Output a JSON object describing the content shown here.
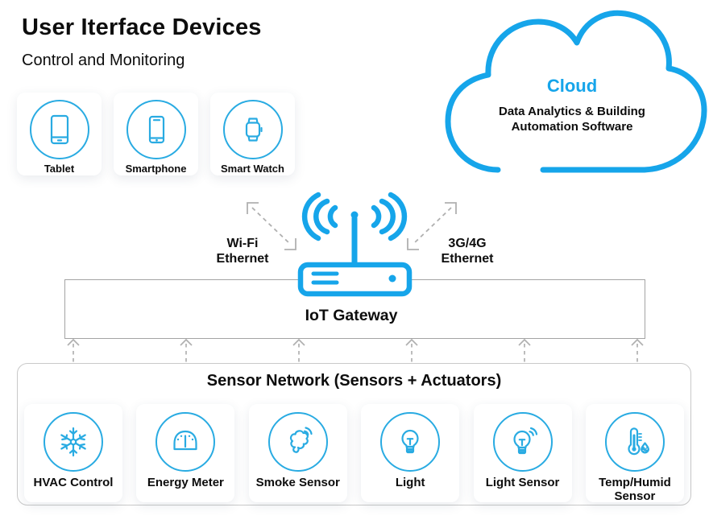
{
  "colors": {
    "accent": "#29ABE2",
    "accent_strong": "#16A5EA",
    "arrow_gray": "#b0b0b0",
    "gateway_border": "#a3a3a3",
    "panel_border": "#c9c9c9",
    "text": "#0d0d0d"
  },
  "header": {
    "title": "User Iterface Devices",
    "subtitle": "Control and Monitoring"
  },
  "devices": {
    "items": [
      {
        "label": "Tablet",
        "icon": "tablet-icon"
      },
      {
        "label": "Smartphone",
        "icon": "smartphone-icon"
      },
      {
        "label": "Smart Watch",
        "icon": "smart-watch-icon"
      }
    ]
  },
  "cloud": {
    "title": "Cloud",
    "subtitle_line1": "Data Analytics & Building",
    "subtitle_line2": "Automation Software"
  },
  "gateway": {
    "label": "IoT Gateway",
    "left_link_label": "Wi-Fi\nEthernet",
    "right_link_label": "3G/4G\nEthernet"
  },
  "sensor_network": {
    "title": "Sensor Network (Sensors + Actuators)",
    "items": [
      {
        "label": "HVAC Control",
        "icon": "snowflake-icon"
      },
      {
        "label": "Energy Meter",
        "icon": "gauge-icon"
      },
      {
        "label": "Smoke Sensor",
        "icon": "smoke-icon"
      },
      {
        "label": "Light",
        "icon": "bulb-icon"
      },
      {
        "label": "Light Sensor",
        "icon": "bulb-signal-icon"
      },
      {
        "label": "Temp/Humid Sensor",
        "icon": "thermometer-icon"
      }
    ]
  }
}
